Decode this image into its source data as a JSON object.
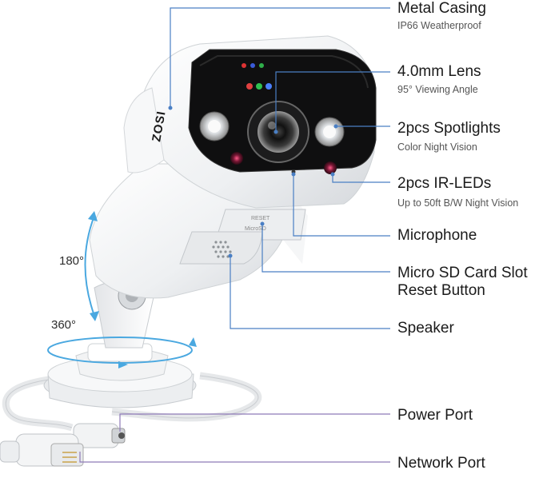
{
  "features": [
    {
      "title": "Metal Casing",
      "sub": "IP66 Weatherproof"
    },
    {
      "title": "4.0mm Lens",
      "sub": "95° Viewing Angle"
    },
    {
      "title": "2pcs Spotlights",
      "sub": "Color Night Vision"
    },
    {
      "title": "2pcs IR-LEDs",
      "sub": "Up to 50ft B/W Night Vision"
    },
    {
      "title": "Microphone"
    },
    {
      "title": "Micro SD Card Slot",
      "title2": "Reset Button"
    },
    {
      "title": "Speaker"
    },
    {
      "title": "Power Port"
    },
    {
      "title": "Network Port"
    }
  ],
  "rotation": {
    "tilt": "180°",
    "pan": "360°"
  },
  "camera": {
    "brand": "ZOSI",
    "reset_label": "RESET",
    "sd_label": "MicroSD"
  },
  "colors": {
    "leader_blue": "#4a7fc4",
    "leader_purple": "#8e7ab8",
    "arrow_blue": "#4aa8e0",
    "housing": "#f4f5f6"
  }
}
